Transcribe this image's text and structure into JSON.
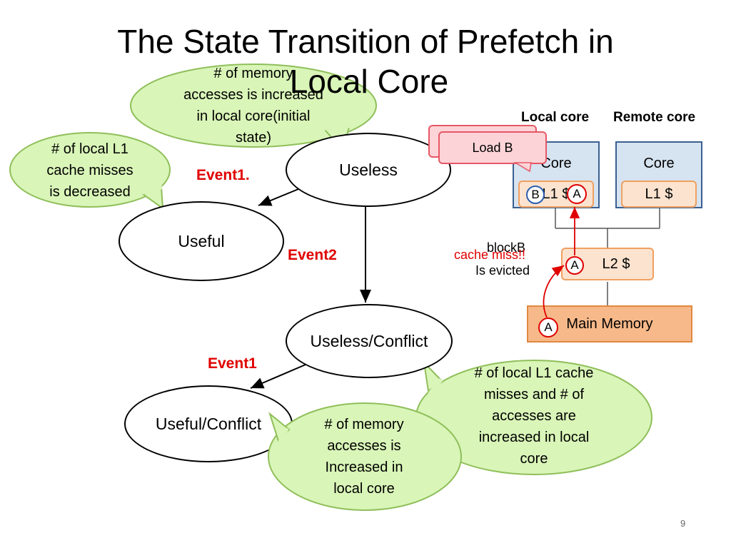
{
  "title": {
    "line1": "The State Transition of Prefetch in",
    "line2": "Local Core"
  },
  "states": {
    "useless": "Useless",
    "useful": "Useful",
    "useless_conflict": "Useless/Conflict",
    "useful_conflict": "Useful/Conflict"
  },
  "events": {
    "event1_top": "Event1.",
    "event2": "Event2",
    "event1_bottom": "Event1"
  },
  "callouts": {
    "mem_initial": [
      "# of memory",
      "accesses is increased",
      "in local core(initial",
      "state)"
    ],
    "l1_decreased": [
      "# of local L1",
      "cache misses",
      "is decreased"
    ],
    "l1_increased": [
      "# of local L1 cache",
      "misses and # of",
      "accesses are",
      "increased in local",
      "core"
    ],
    "mem_increased": [
      "# of memory",
      "accesses is",
      "Increased in",
      "local core"
    ]
  },
  "cache": {
    "local_core_label": "Local core",
    "remote_core_label": "Remote core",
    "core_label": "Core",
    "remote_core_box": "Core",
    "local_l1": "L1 $",
    "remote_l1": "L1 $",
    "l2": "L2 $",
    "main_memory": "Main Memory",
    "load_b": "Load B",
    "cache_miss": "cache miss!!",
    "block_evicted_1": "blockB",
    "block_evicted_2": "Is evicted",
    "block_a": "A",
    "block_b": "B"
  },
  "colors": {
    "event_red": "#e00000",
    "bubble_fill": "#d9f5b8",
    "bubble_stroke": "#8fbf5a",
    "core_fill": "#d6e3f1",
    "cache_fill": "#fbe3cf",
    "memory_fill": "#f7b98a",
    "load_fill": "#fcd4d8"
  },
  "page_number": "9"
}
